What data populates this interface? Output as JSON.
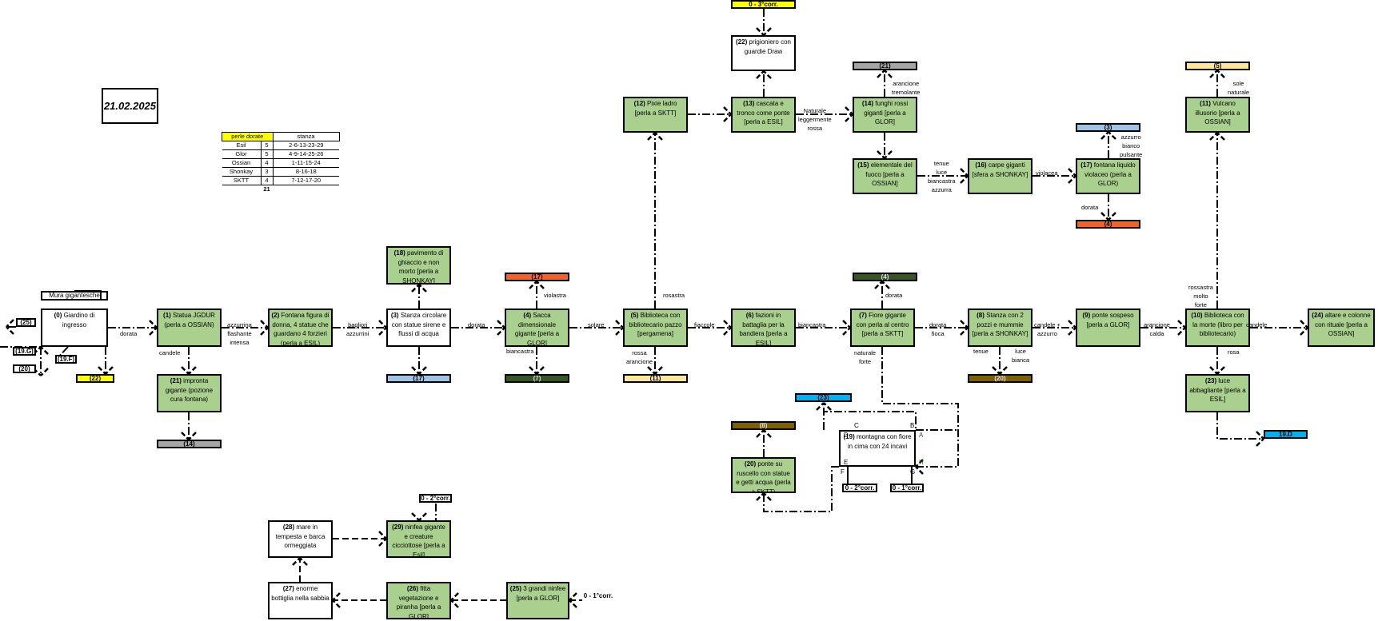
{
  "date": "21.02.2025",
  "pearl_table": {
    "header": {
      "col1": "perle dorate",
      "col2": "stanza"
    },
    "rows": [
      {
        "name": "Esil",
        "count": "5",
        "rooms": "2-6-13-23-29"
      },
      {
        "name": "Glor",
        "count": "5",
        "rooms": "4-9-14-25-26"
      },
      {
        "name": "Ossian",
        "count": "4",
        "rooms": "1-11-15-24"
      },
      {
        "name": "Shonkay",
        "count": "3",
        "rooms": "8-16-18"
      },
      {
        "name": "SKTT",
        "count": "4",
        "rooms": "7-12-17-20"
      }
    ],
    "total": "21"
  },
  "colors": {
    "green": "#a9d08e",
    "yellow": "#ffff00",
    "orange": "#f4622a",
    "dark_green": "#375623",
    "light_blue": "#9dc3e6",
    "gray": "#a6a6a6",
    "brown": "#7f6000",
    "cream": "#ffe699",
    "cyan": "#00b0f0"
  },
  "mura": "Mura gigantesche",
  "nodes": {
    "n0": {
      "num": "(0)",
      "text": " Giardino di ingresso"
    },
    "n1": {
      "num": "(1)",
      "text": " Statua JGDUR (perla a OSSIAN)"
    },
    "n2": {
      "num": "(2)",
      "text": " Fontana figura di donna, 4 statue che guardano 4 forzieri (perla a ESIL)"
    },
    "n3": {
      "num": "(3)",
      "text": " Stanza circolare con statue sirene e flussi di acqua"
    },
    "n4": {
      "num": "(4)",
      "text": " Sacca dimensionale gigante [perla a GLOR]"
    },
    "n5": {
      "num": "(5)",
      "text": " Biblioteca con bibliotecario pazzo [pergamena]"
    },
    "n6": {
      "num": "(6)",
      "text": " fazioni in battaglia per la bandiera [perla a ESIL]"
    },
    "n7": {
      "num": "(7)",
      "text": " Fiore gigante con perla al centro [perla a SKTT]"
    },
    "n8": {
      "num": "(8)",
      "text": " Stanza con 2 pozzi e mummie [perla a SHONKAY]"
    },
    "n9": {
      "num": "(9)",
      "text": " ponte sospeso [perla a GLOR]"
    },
    "n10": {
      "num": "(10)",
      "text": " Biblioteca con la morte (libro per bibliotecario)"
    },
    "n11": {
      "num": "(11)",
      "text": " Vulcano illusorio [perla a OSSIAN]"
    },
    "n12": {
      "num": "(12)",
      "text": " Pixie ladro [perla a SKTT]"
    },
    "n13": {
      "num": "(13)",
      "text": " cascata e tronco come ponte [perla a ESIL]"
    },
    "n14": {
      "num": "(14)",
      "text": " funghi rossi giganti [perla a GLOR]"
    },
    "n15": {
      "num": "(15)",
      "text": " elementale del fuoco [perla a OSSIAN]"
    },
    "n16": {
      "num": "(16)",
      "text": " carpe giganti [sfera a SHONKAY]"
    },
    "n17": {
      "num": "(17)",
      "text": " fontana liquido violaceo (perla a GLOR)"
    },
    "n18": {
      "num": "(18)",
      "text": " pavimento di ghiaccio e non morto [perla a SHONKAY]"
    },
    "n19": {
      "num": "(19)",
      "text": " montagna con fiore in cima con 24 incavi"
    },
    "n20": {
      "num": "(20)",
      "text": " ponte su ruscello con statue e getti acqua (perla a SKTT)"
    },
    "n21": {
      "num": "(21)",
      "text": " impronta gigante (pozione cura fontana)"
    },
    "n22": {
      "num": "(22)",
      "text": " prigioniero con guardie Draw"
    },
    "n23": {
      "num": "(23)",
      "text": " luce abbagliante [perla a ESIL]"
    },
    "n24": {
      "num": "(24)",
      "text": " altare e colonne con rituale [perla a OSSIAN]"
    },
    "n25": {
      "num": "(25)",
      "text": " 3 grandi ninfee [perla a GLOR]"
    },
    "n26": {
      "num": "(26)",
      "text": " fitta vegetazione e piranha [perla a GLOR]"
    },
    "n27": {
      "num": "(27)",
      "text": " enorme bottiglia nella sabbia"
    },
    "n28": {
      "num": "(28)",
      "text": " mare in tempesta e barca ormeggiata"
    },
    "n29": {
      "num": "(29)",
      "text": " ninfea gigante e creature cicciottose [perla a Esil]"
    }
  },
  "refs": {
    "r25": "(25)",
    "r19g": "(19.G)",
    "r19f": "(19.F)",
    "r20": "(20)",
    "r22": "(22)",
    "r14": "(14)",
    "r17b": "(17)",
    "r17o": "(17)",
    "r7": "(7)",
    "r11": "(11)",
    "r3top": "0 - 3°corr.",
    "r21": "(21)",
    "r3": "(3)",
    "r4o": "(4)",
    "r5": "(5)",
    "r4g": "(4)",
    "r20b": "(20)",
    "r23": "(23)",
    "r8": "(8)",
    "r19d": "19.D",
    "c2": "0 - 2°corr.",
    "c1": "0 - 1°corr.",
    "c2b": "0 - 2°corr.",
    "c1b": "0 - 1°corr."
  },
  "labels": {
    "dorata1": "dorata",
    "candele1": "candele",
    "azzurrina": "azzurrina\nflashante\nintensa",
    "bagliori": "bagliori\nazzurrini",
    "dorata2": "dorata",
    "violastra": "violastra",
    "biancastra1": "biancastra",
    "solare": "solare",
    "rosastra": "rosastra",
    "rossa_arancione": "rossa\narancione",
    "fiaccole": "fiaccole",
    "biancastra2": "biancastra",
    "dorata3": "dorata",
    "naturale_forte": "naturale\nforte",
    "dorata_fioca": "dorata\nfioca",
    "tenue": "tenue",
    "luce_bianca": "luce\nbianca",
    "candele_azzurro": "candele +\nazzurro",
    "arancione_calda": "arancione\ncalda",
    "rossastra": "rossastra\nmolto\nforte",
    "candele2": "candele",
    "rosa": "rosa",
    "naturale_rossa": "Naturale\nleggermente\nrossa",
    "arancione_trem": "arancione\ntremolante",
    "tenue_luce": "tenue\nluce\nbiancastra\nazzurra",
    "violacea": "violacea",
    "azzurro_bianco": "azzurro\nbianco\npulsante",
    "dorata4": "dorata",
    "sole_naturale": "sole\nnaturale"
  },
  "corners": {
    "A": "A",
    "B": "B",
    "C": "C",
    "D": "D",
    "E": "E",
    "F": "F",
    "G": "G",
    "H": "H"
  }
}
